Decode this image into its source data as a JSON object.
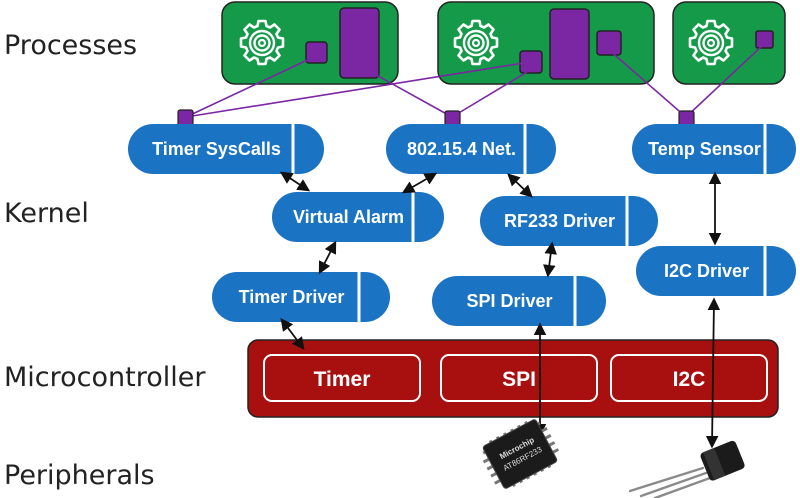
{
  "layers": {
    "processes": "Processes",
    "kernel": "Kernel",
    "microcontroller": "Microcontroller",
    "peripherals": "Peripherals"
  },
  "capsules": {
    "timer_syscalls": "Timer SysCalls",
    "net": "802.15.4 Net.",
    "temp_sensor": "Temp Sensor",
    "virtual_alarm": "Virtual Alarm",
    "rf233_driver": "RF233 Driver",
    "timer_driver": "Timer Driver",
    "spi_driver": "SPI Driver",
    "i2c_driver": "I2C Driver"
  },
  "mcu": {
    "timer": "Timer",
    "spi": "SPI",
    "i2c": "I2C"
  },
  "chip": {
    "brand": "Microchip",
    "model": "AT86RF233"
  },
  "colors": {
    "process_green": "#159a49",
    "capsule_blue": "#1a73c3",
    "mcu_red": "#a80f0f",
    "ipc_purple": "#7b26a3",
    "text": "#222222"
  }
}
